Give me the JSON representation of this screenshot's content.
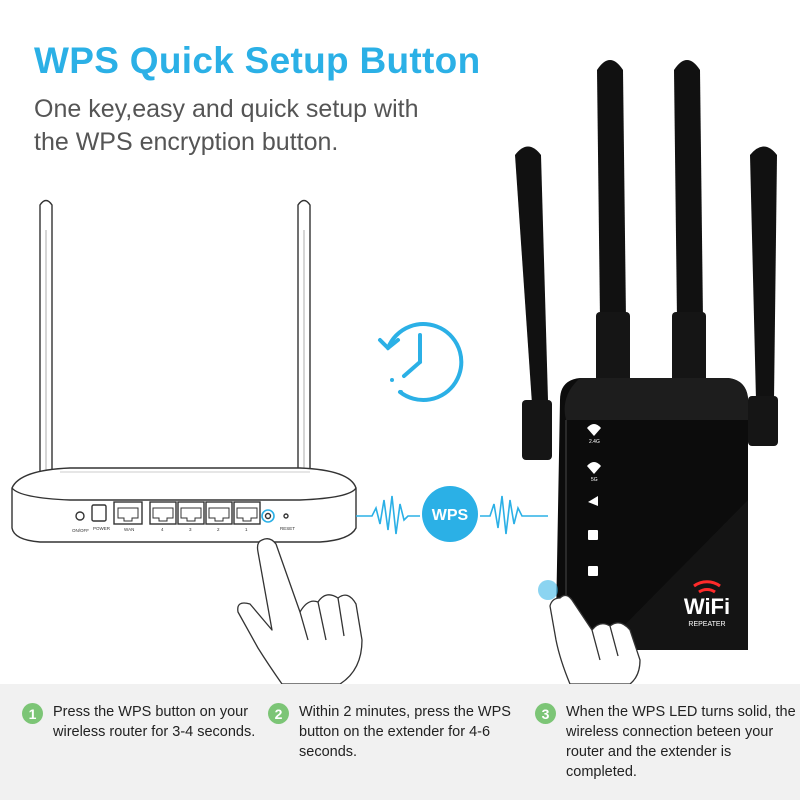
{
  "header": {
    "title": "WPS Quick Setup Button",
    "subtitle_line1": "One key,easy and quick setup with",
    "subtitle_line2": "the WPS encryption button."
  },
  "colors": {
    "accent": "#2bb0e6",
    "step_badge": "#7cc576",
    "device_body": "#0c0c0c"
  },
  "router": {
    "port_labels": [
      "ON/OFF",
      "POWER",
      "WAN",
      "4",
      "3",
      "2",
      "1",
      "RESET"
    ]
  },
  "signal": {
    "label": "WPS"
  },
  "timer": {
    "icon": "clock-refresh-icon"
  },
  "extender": {
    "logo_text": "WiFi",
    "logo_subtext": "REPEATER",
    "led_labels": [
      "2.4G",
      "5G"
    ]
  },
  "steps": [
    {
      "number": "1",
      "text": "Press the WPS button on your wireless router for 3-4 seconds."
    },
    {
      "number": "2",
      "text": "Within 2 minutes, press the WPS button on the extender for 4-6 seconds."
    },
    {
      "number": "3",
      "text": "When the WPS LED turns solid, the wireless connection beteen your router and the extender is completed."
    }
  ]
}
